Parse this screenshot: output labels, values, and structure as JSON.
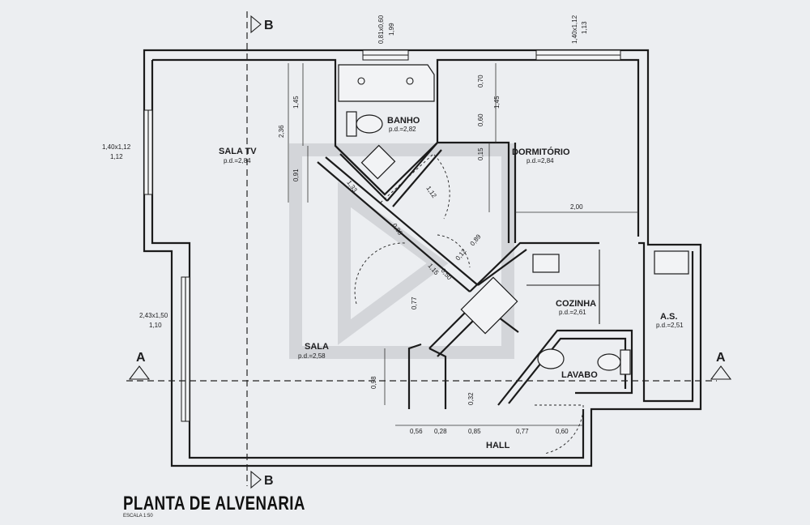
{
  "title": "PLANTA DE ALVENARIA",
  "scale": "ESCALA 1:50",
  "rooms": {
    "sala_tv": {
      "name": "SALA TV",
      "pd": "p.d.=2,84"
    },
    "banho": {
      "name": "BANHO",
      "pd": "p.d.=2,82"
    },
    "dormitorio": {
      "name": "DORMITÓRIO",
      "pd": "p.d.=2,84"
    },
    "sala": {
      "name": "SALA",
      "pd": "p.d.=2,58"
    },
    "cozinha": {
      "name": "COZINHA",
      "pd": "p.d.=2,61"
    },
    "as": {
      "name": "A.S.",
      "pd": "p.d.=2,51"
    },
    "lavabo": {
      "name": "LAVABO"
    },
    "hall": {
      "name": "HALL"
    }
  },
  "windows": {
    "sala_tv": {
      "size": "1,40x1,12",
      "sill": "1,12"
    },
    "sala": {
      "size": "2,43x1,50",
      "sill": "1,10"
    },
    "banho": {
      "size": "0,81x0,60",
      "sill": "1,99"
    },
    "dormitorio": {
      "size": "1,40x1,12",
      "sill": "1,13"
    }
  },
  "dimensions": {
    "d236": "2,36",
    "d145a": "1,45",
    "d091": "0,91",
    "d070": "0,70",
    "d145b": "1,45",
    "d060a": "0,60",
    "d015": "0,15",
    "d200": "2,00",
    "d133": "1,33",
    "d112": "1,12",
    "d080": "0,80",
    "d089": "0,89",
    "d012": "0,12",
    "d115": "1,15",
    "d050": "0,50",
    "d077a": "0,77",
    "d098": "0,98",
    "d032": "0,32",
    "d056": "0,56",
    "d028": "0,28",
    "d085": "0,85",
    "d077b": "0,77",
    "d060b": "0,60"
  },
  "cuts": {
    "a_left": "A",
    "a_right": "A",
    "b_top": "B",
    "b_bottom": "B"
  }
}
